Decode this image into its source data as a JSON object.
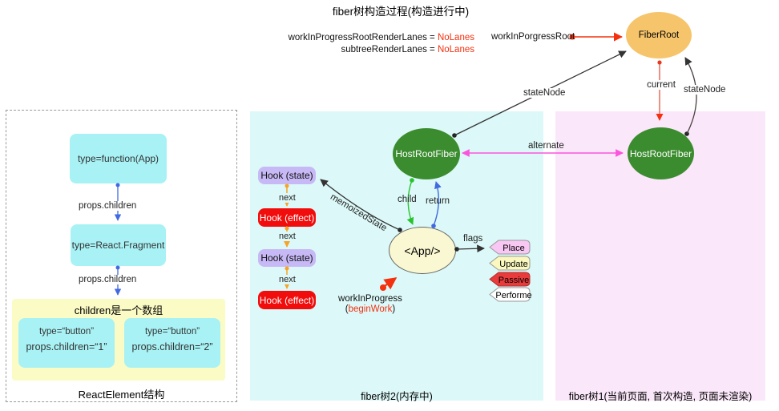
{
  "title": "fiber树构造过程(构造进行中)",
  "top": {
    "lane1_label": "workInProgressRootRenderLanes = ",
    "lane1_value": "NoLanes",
    "lane2_label": "subtreeRenderLanes = ",
    "lane2_value": "NoLanes",
    "wip_root_label": "workInPorgressRoot"
  },
  "nodes": {
    "fiber_root": "FiberRoot",
    "host_root_fiber_wip": "HostRootFiber",
    "host_root_fiber_current": "HostRootFiber",
    "app": "<App/>"
  },
  "edge_labels": {
    "state_node_left": "stateNode",
    "current": "current",
    "state_node_right": "stateNode",
    "alternate": "alternate",
    "child": "child",
    "return": "return",
    "memoized_state": "memoizedState",
    "next": "next",
    "flags": "flags",
    "props_children": "props.children"
  },
  "hooks": [
    {
      "label": "Hook (state)"
    },
    {
      "label": "Hook (effect)"
    },
    {
      "label": "Hook (state)"
    },
    {
      "label": "Hook (effect)"
    }
  ],
  "work_in_progress": {
    "name": "workInProgress",
    "paren_open": "(",
    "detail": "beginWork",
    "paren_close": ")"
  },
  "flags": [
    {
      "label": "Place",
      "color": "#f9c7f3",
      "border": "#999999"
    },
    {
      "label": "Update",
      "color": "#faf8be",
      "border": "#999999"
    },
    {
      "label": "Passive",
      "color": "#e93b3b",
      "border": "#b03030"
    },
    {
      "label": "Performe",
      "color": "#ffffff",
      "border": "#999999"
    }
  ],
  "react_element_panel": {
    "node1": "type=function(App)",
    "node2": "type=React.Fragment",
    "children_box_title": "children是一个数组",
    "child1_line1": "type=“button”",
    "child1_line2": "props.children=“1”",
    "child2_line1": "type=“button”",
    "child2_line2": "props.children=“2”",
    "caption": "ReactElement结构"
  },
  "panels": {
    "tree2_caption": "fiber树2(内存中)",
    "tree1_caption": "fiber树1(当前页面, 首次构造, 页面未渲染)"
  },
  "colors": {
    "accent_red": "#f4300f",
    "current_line": "#e25840",
    "node_green": "#3b8c2f",
    "node_orange": "#f6c46a",
    "node_yellow": "#faf8d2",
    "hook_state": "#c7b9f6",
    "hook_effect": "#f20d0d",
    "panel_cyan": "#dcf8f8",
    "panel_pink": "#fbe7fa",
    "left_box_cyan": "#a8f2f5",
    "left_box_yellow": "#fbfbc6",
    "arrow_magenta": "#fb54dd",
    "arrow_blue": "#4169e1",
    "arrow_green": "#28c32c",
    "arrow_orange": "#f7a328",
    "arrow_dark": "#333333"
  }
}
